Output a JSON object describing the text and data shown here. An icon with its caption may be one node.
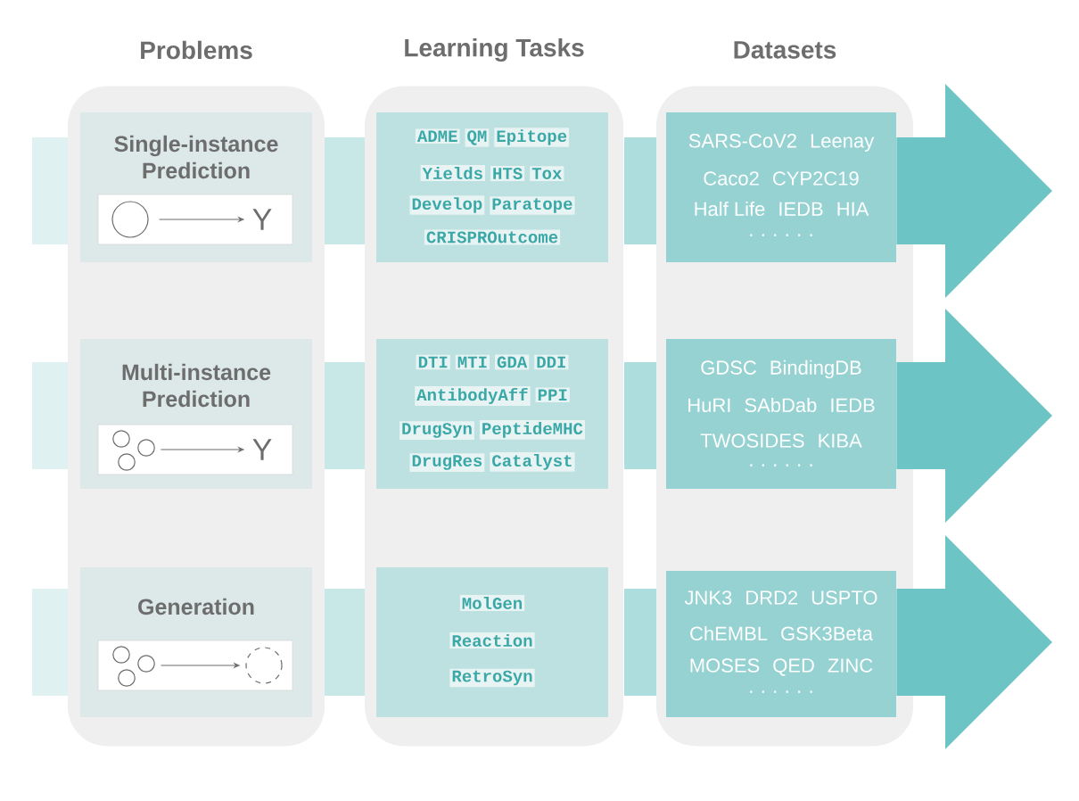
{
  "diagram": {
    "nodes": [
      {
        "text": [
          "Problems"
        ]
      },
      {
        "text": [
          "Learning Tasks"
        ]
      },
      {
        "text": [
          "Datasets"
        ]
      },
      {
        "text": [
          "Single-instance Prediction"
        ],
        "in": 0
      },
      {
        "text": [],
        "shape": "circle",
        "in": 3
      },
      {
        "text": [
          "Y"
        ],
        "in": 3
      },
      {
        "text": [
          "Multi-instance Prediction"
        ],
        "in": 0
      },
      {
        "text": [],
        "shape": "circles",
        "in": 6
      },
      {
        "text": [
          "Y"
        ],
        "in": 6
      },
      {
        "text": [
          "Generation"
        ],
        "in": 0
      },
      {
        "text": [],
        "shape": "circles",
        "in": 9
      },
      {
        "text": [],
        "shape": "dashed-circle",
        "in": 9
      },
      {
        "text": [
          "ADME",
          "QM",
          "Epitope",
          "Yields",
          "HTS",
          "Tox",
          "Develop",
          "Paratope",
          "CRISPROutcome"
        ],
        "in": 1
      },
      {
        "text": [
          "DTI",
          "MTI",
          "GDA",
          "DDI",
          "AntibodyAff",
          "PPI",
          "DrugSyn",
          "PeptideMHC",
          "DrugRes",
          "Catalyst"
        ],
        "in": 1
      },
      {
        "text": [
          "MolGen",
          "Reaction",
          "RetroSyn"
        ],
        "in": 1
      },
      {
        "text": [
          "SARS-CoV2",
          "Leenay",
          "Caco2",
          "CYP2C19",
          "Half Life",
          "IEDB",
          "HIA",
          "· · · · · ·"
        ],
        "in": 2
      },
      {
        "text": [
          "GDSC",
          "BindingDB",
          "HuRI",
          "SAbDab",
          "IEDB",
          "TWOSIDES",
          "KIBA",
          "· · · · · ·"
        ],
        "in": 2
      },
      {
        "text": [
          "JNK3",
          "DRD2",
          "USPTO",
          "ChEMBL",
          "GSK3Beta",
          "MOSES",
          "QED",
          "ZINC",
          "· · · · · ·"
        ],
        "in": 2
      }
    ],
    "edges": [
      {
        "from": 4,
        "to": 5,
        "arrow": "to"
      },
      {
        "from": 7,
        "to": 8,
        "arrow": "to"
      },
      {
        "from": 10,
        "to": 11,
        "arrow": "to"
      },
      {
        "from": 15,
        "to": null,
        "arrow": "to",
        "style": "thick",
        "color": "#6cc4c4"
      },
      {
        "from": 16,
        "to": null,
        "arrow": "to",
        "style": "thick",
        "color": "#6cc4c4"
      },
      {
        "from": 17,
        "to": null,
        "arrow": "to",
        "style": "thick",
        "color": "#6cc4c4"
      }
    ]
  }
}
